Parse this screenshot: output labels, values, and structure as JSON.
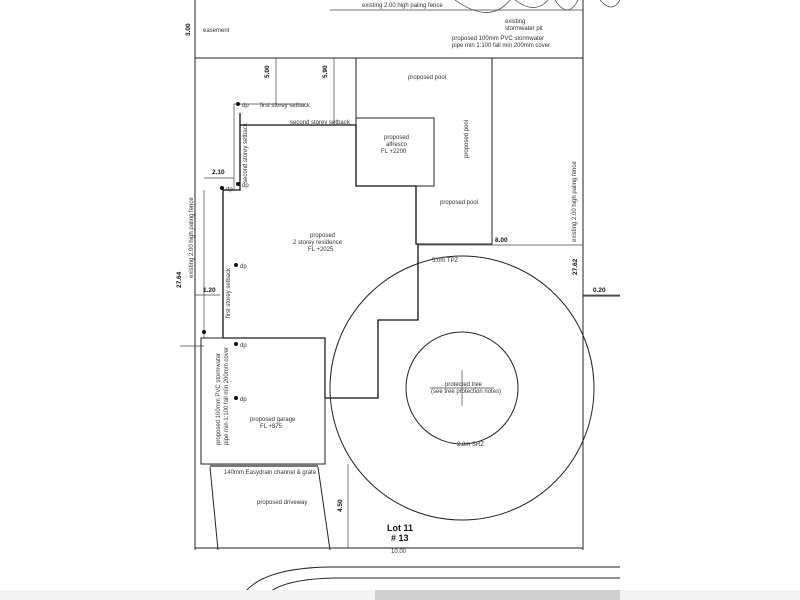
{
  "labels": {
    "existing_fence_top": "existing 2.00 high paling fence",
    "existing_stormwater": "existing\nstormwater pit",
    "stormwater_top_1": "proposed 100mm PVC stormwater",
    "stormwater_top_2": "pipe min 1:100 fall min 200mm cover",
    "easement": "easement",
    "proposed_pool_top": "proposed pool",
    "first_storey_setback_top": "first storey setback",
    "second_storey_setback_top": "second storey setback",
    "alfresco_1": "proposed",
    "alfresco_2": "alfresco",
    "alfresco_3": "FL +2200",
    "proposed_pool_side": "proposed pool",
    "second_storey_setback_side": "second storey setback",
    "residence_1": "proposed",
    "residence_2": "2 storey residence",
    "residence_3": "FL +2025",
    "proposed_pool_lower": "proposed pool",
    "fence_left": "existing 2.00 high paling fence",
    "fence_right": "existing 2.00 high paling fence",
    "tpz": "5.0m TPZ",
    "first_storey_setback_side": "first storey setback",
    "protected_tree_1": "protected tree",
    "protected_tree_2": "(see tree protection notes)",
    "srz": "2.8m SRZ",
    "stormwater_side_1": "proposed 100mm PVC stormwater",
    "stormwater_side_2": "pipe min 1:100 fall min 200mm cover",
    "garage_1": "proposed garage",
    "garage_2": "FL +875",
    "channel": "140mm Easydrain channel & grate",
    "driveway": "proposed driveway",
    "lot": "Lot 11",
    "lot_number": "# 13",
    "dp": "dp"
  },
  "dimensions": {
    "d_3_00": "3.00",
    "d_5_00": "5.00",
    "d_5_90": "5.90",
    "d_2_10": "2.10",
    "d_8_00": "8.00",
    "d_27_64": "27.64",
    "d_27_62": "27.62",
    "d_1_20": "1.20",
    "d_0_20": "0.20",
    "d_4_50": "4.50",
    "d_10_00": "10.00"
  }
}
